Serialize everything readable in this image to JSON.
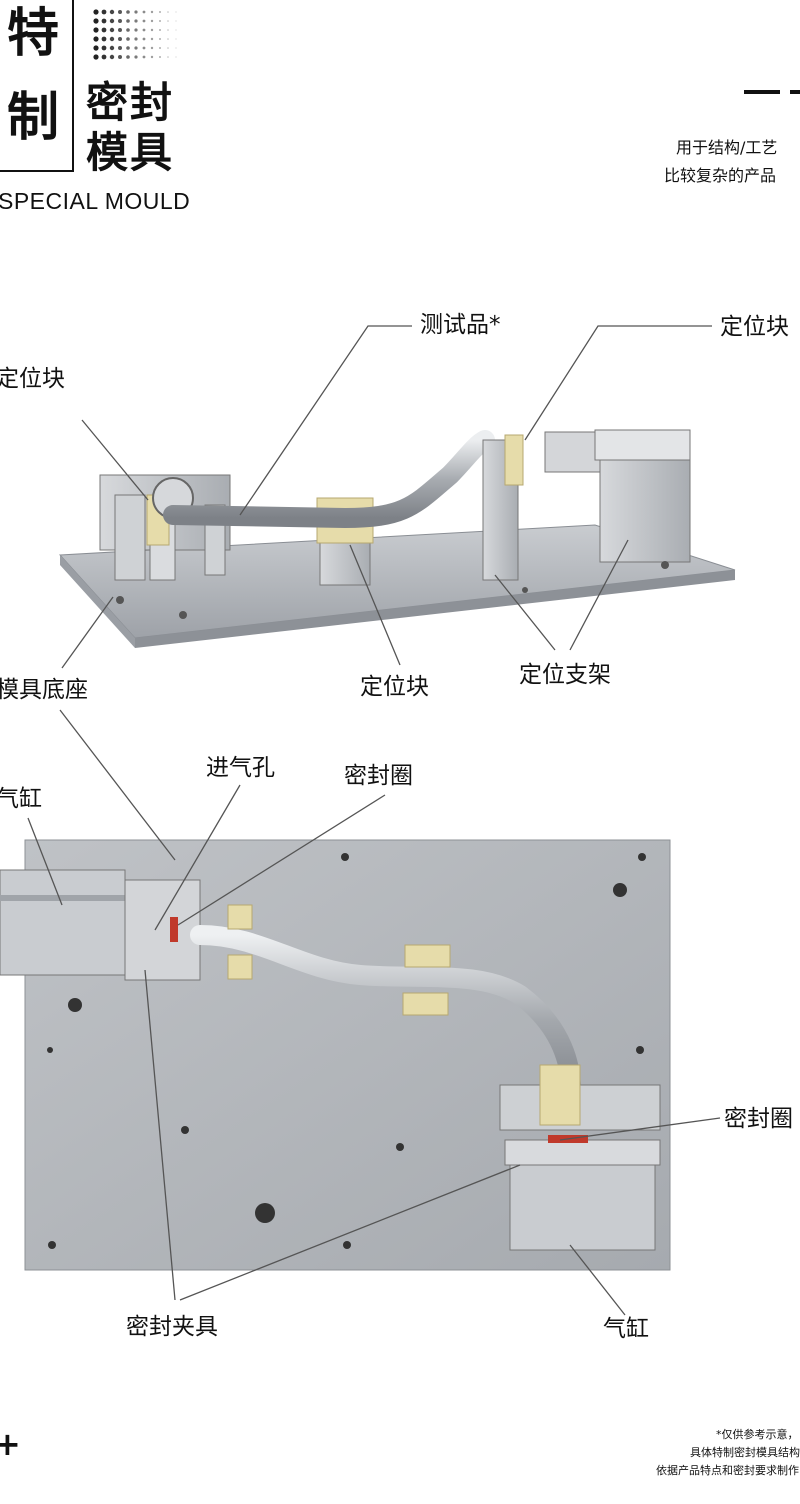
{
  "header": {
    "char_1": "特",
    "char_2": "制",
    "sub_line1": "密封",
    "sub_line2": "模具",
    "en_title": "SPECIAL MOULD"
  },
  "intro": {
    "line1": "用于结构/工艺",
    "line2": "比较复杂的产品"
  },
  "figure_top": {
    "labels": {
      "test_piece": "测试品*",
      "locator_right": "定位块",
      "locator_left": "定位块",
      "mould_base": "模具底座",
      "locator_bottom": "定位块",
      "locating_bracket": "定位支架"
    }
  },
  "figure_bottom": {
    "labels": {
      "air_inlet": "进气孔",
      "seal_ring_top": "密封圈",
      "cylinder_left": "气缸",
      "seal_ring_right": "密封圈",
      "seal_fixture": "密封夹具",
      "cylinder_bottom": "气缸"
    }
  },
  "footer": {
    "note1": "*仅供参考示意，",
    "note2": "具体特制密封模具结构",
    "note3": "依据产品特点和密封要求制作"
  },
  "colors": {
    "text": "#111111",
    "leader": "#555555",
    "metal": "#b9bcc1",
    "locator": "#e6dcaa",
    "seal": "#c0392b"
  }
}
